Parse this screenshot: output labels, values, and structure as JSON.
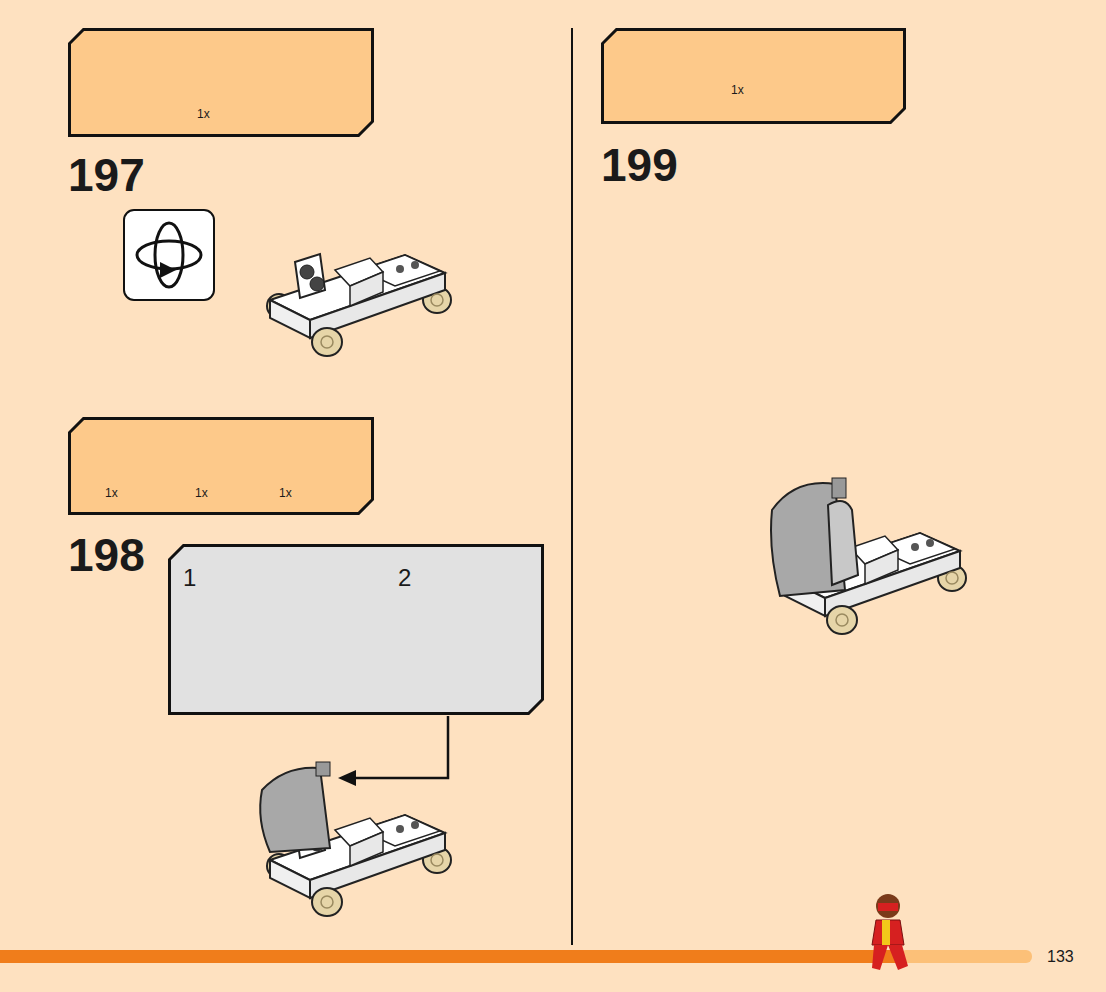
{
  "diagram": {
    "nodes": [
      {
        "text": [
          "1x"
        ]
      },
      {
        "text": [
          "1x",
          "1x",
          "1x"
        ]
      },
      {
        "text": [
          "1",
          "2"
        ]
      },
      {
        "text": [
          "1x"
        ]
      }
    ],
    "labels": [
      "197",
      "198",
      "199",
      "133"
    ]
  }
}
